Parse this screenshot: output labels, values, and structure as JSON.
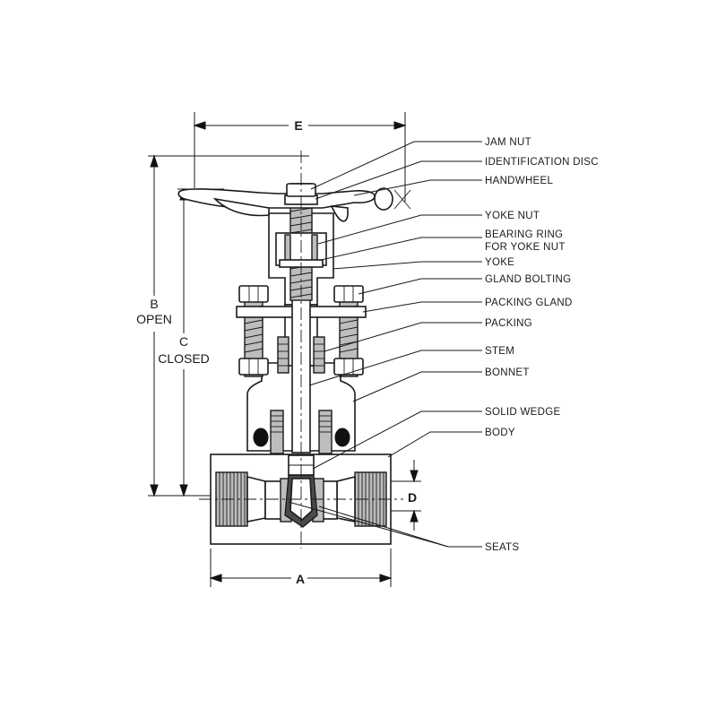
{
  "dimensions": {
    "a": "A",
    "b": "B",
    "b_note": "OPEN",
    "c": "C",
    "c_note": "CLOSED",
    "d": "D",
    "e": "E"
  },
  "callouts": [
    {
      "id": "jam-nut",
      "text": "JAM NUT"
    },
    {
      "id": "identification-disc",
      "text": "IDENTIFICATION DISC"
    },
    {
      "id": "handwheel",
      "text": "HANDWHEEL"
    },
    {
      "id": "yoke-nut",
      "text": "YOKE NUT"
    },
    {
      "id": "bearing-ring-1",
      "text": "BEARING RING"
    },
    {
      "id": "bearing-ring-2",
      "text": "FOR YOKE NUT"
    },
    {
      "id": "yoke",
      "text": "YOKE"
    },
    {
      "id": "gland-bolting",
      "text": "GLAND BOLTING"
    },
    {
      "id": "packing-gland",
      "text": "PACKING GLAND"
    },
    {
      "id": "packing",
      "text": "PACKING"
    },
    {
      "id": "stem",
      "text": "STEM"
    },
    {
      "id": "bonnet",
      "text": "BONNET"
    },
    {
      "id": "solid-wedge",
      "text": "SOLID WEDGE"
    },
    {
      "id": "body",
      "text": "BODY"
    },
    {
      "id": "seats",
      "text": "SEATS"
    }
  ]
}
